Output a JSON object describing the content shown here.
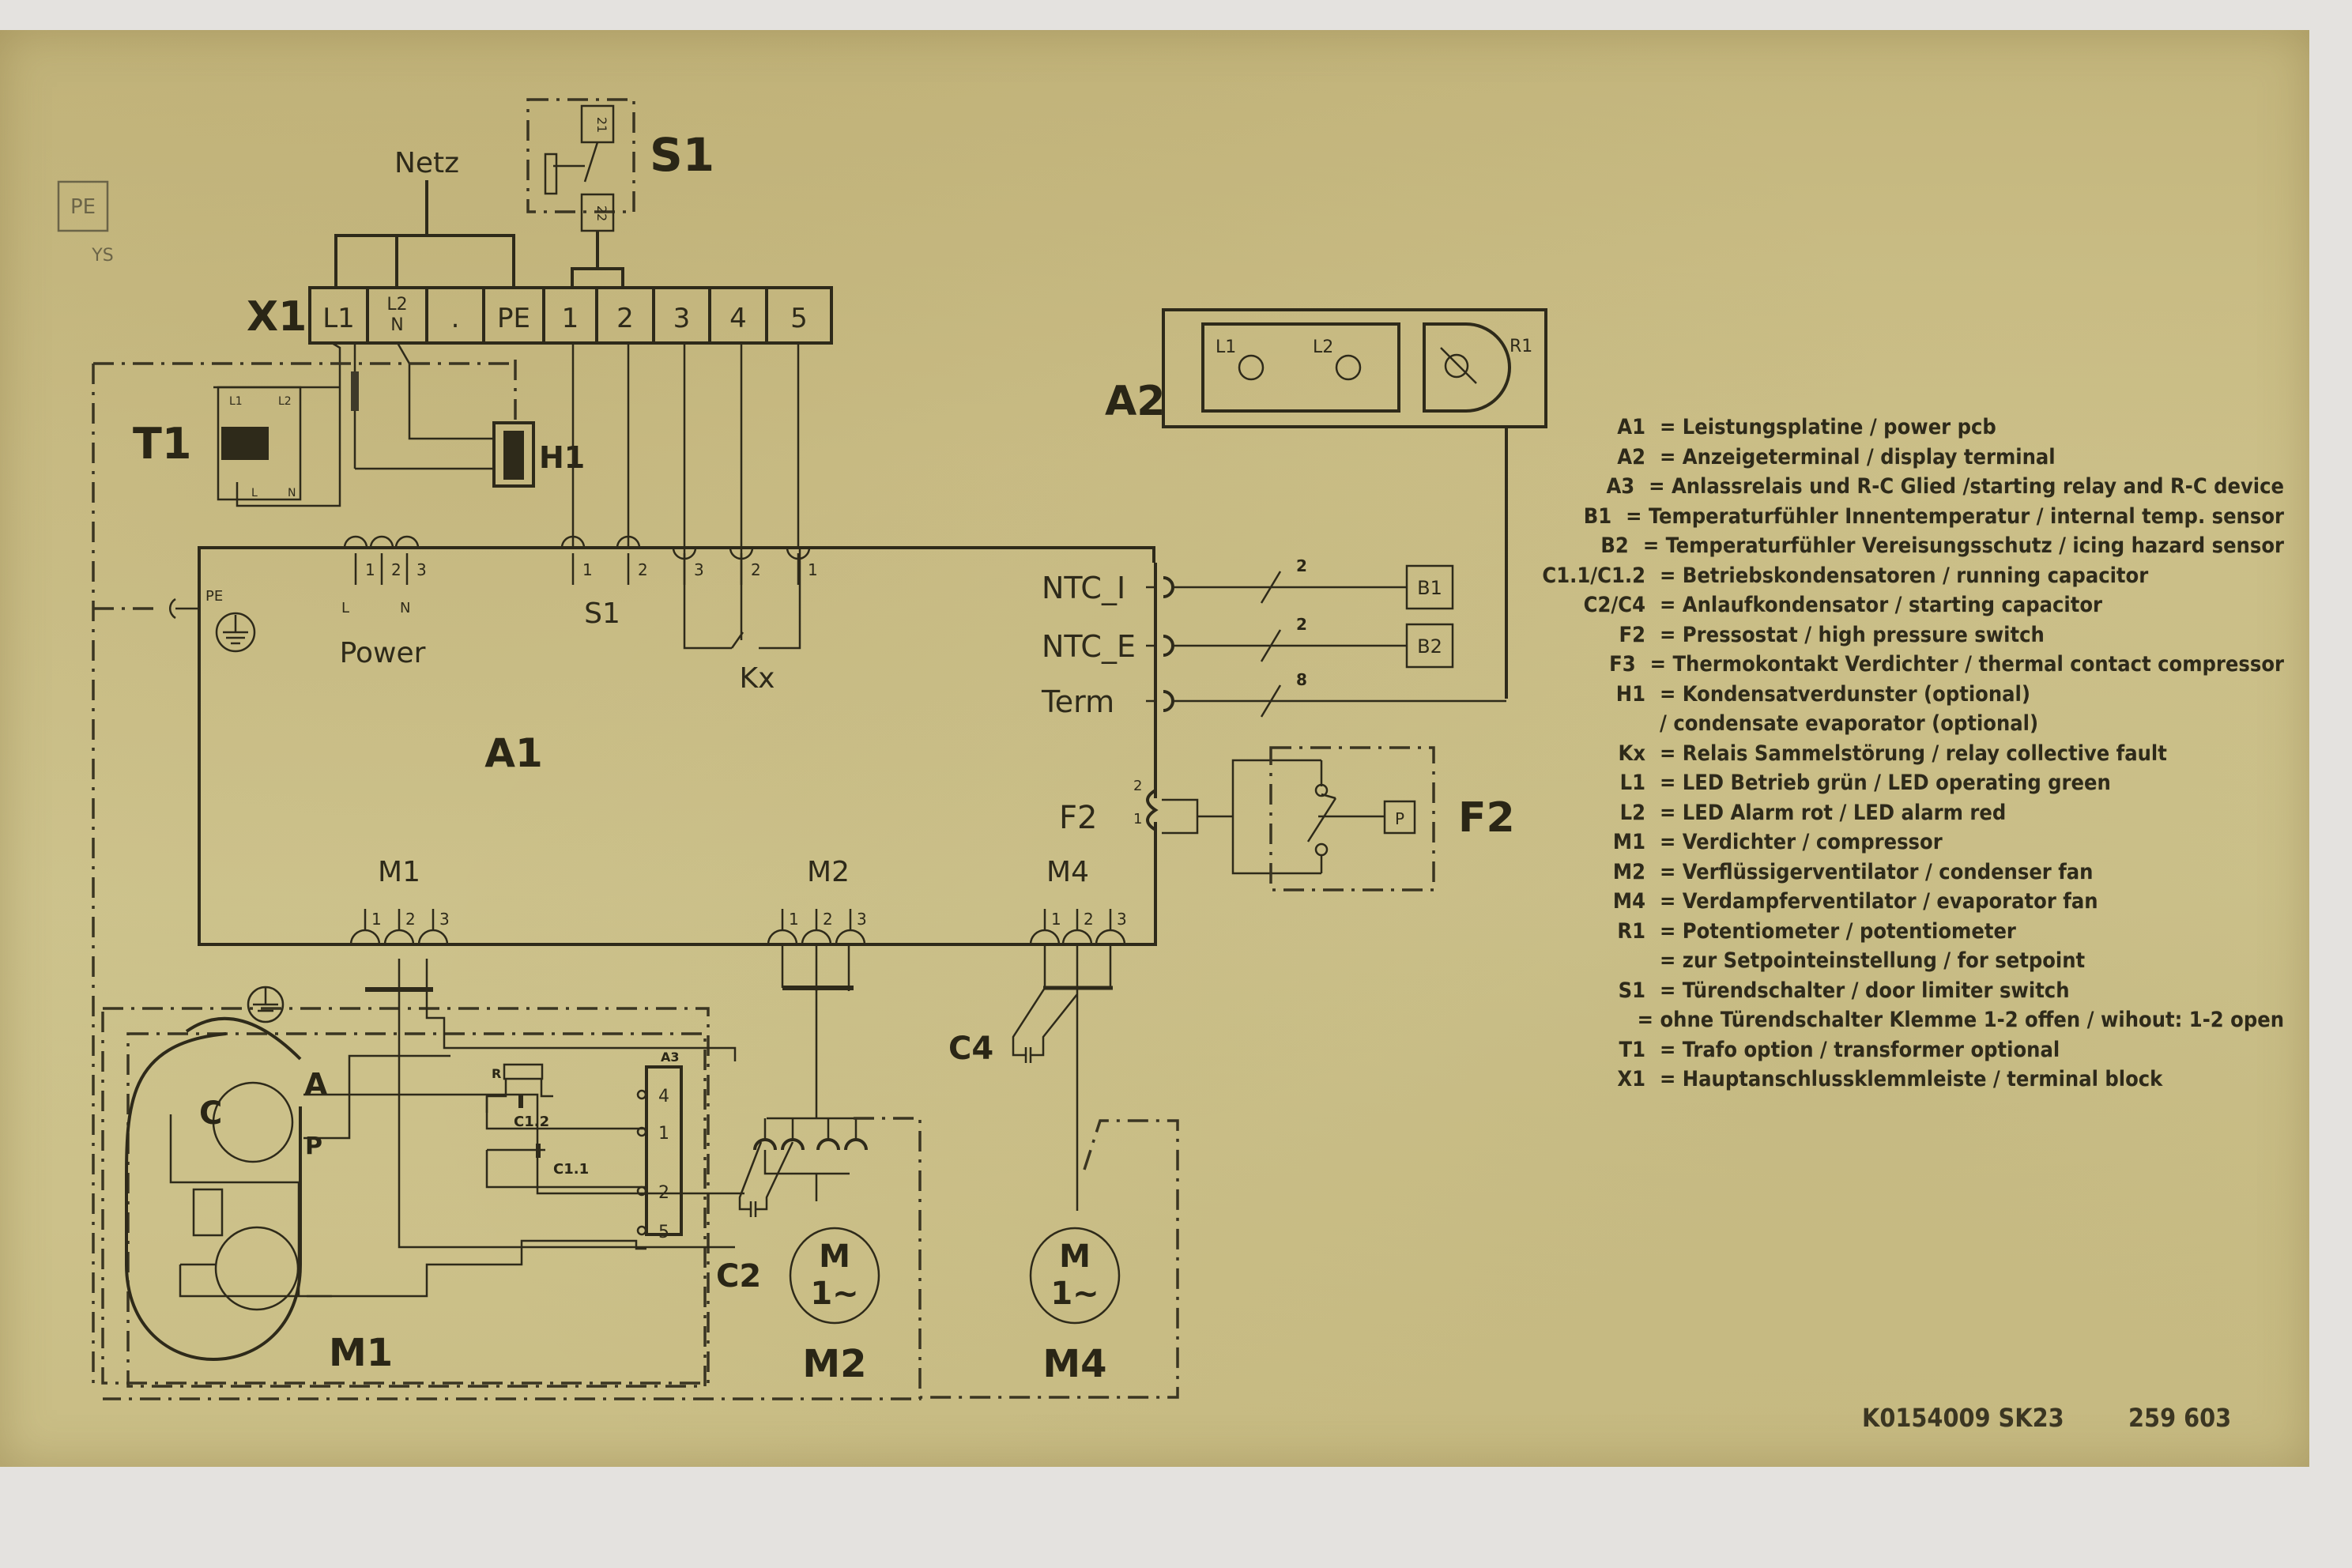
{
  "diagram": {
    "type": "electrical wiring schematic",
    "components": {
      "x1": {
        "label": "X1",
        "terminals": [
          "L1",
          "L2\nN",
          ".",
          "PE",
          "1",
          "2",
          "3",
          "4",
          "5"
        ]
      },
      "netz": "Netz",
      "s1_switch": {
        "label": "S1",
        "pin_top": "21",
        "pin_bottom": "22"
      },
      "pe_box": "PE",
      "pe_sub": "YS",
      "t1": {
        "label": "T1",
        "pins": [
          "L1",
          "L2",
          "L",
          "N"
        ]
      },
      "h1": "H1",
      "power_group": {
        "label": "Power",
        "pins": [
          "1",
          "2",
          "3"
        ],
        "sub": [
          "L",
          "N"
        ]
      },
      "pe_connector": "PE",
      "s1_group": {
        "label": "S1",
        "pins": [
          "1",
          "2"
        ]
      },
      "kx_group": {
        "label": "Kx",
        "pins": [
          "3",
          "2",
          "1"
        ]
      },
      "a1": "A1",
      "a2": {
        "label": "A2",
        "leds": [
          "L1",
          "L2"
        ],
        "pot": "R1"
      },
      "sensors": [
        {
          "connector": "NTC_I",
          "wires": "2",
          "target": "B1"
        },
        {
          "connector": "NTC_E",
          "wires": "2",
          "target": "B2"
        },
        {
          "connector": "Term",
          "wires": "8",
          "target": "A2"
        }
      ],
      "f2": {
        "label": "F2",
        "pins": [
          "2",
          "1"
        ],
        "pressure": "P"
      },
      "motor_connectors": [
        {
          "label": "M1",
          "pins": [
            "1",
            "2",
            "3"
          ]
        },
        {
          "label": "M2",
          "pins": [
            "1",
            "2",
            "3"
          ]
        },
        {
          "label": "M4",
          "pins": [
            "1",
            "2",
            "3"
          ]
        }
      ],
      "m1_block": {
        "label": "M1",
        "terminals": [
          "C",
          "A",
          "P"
        ],
        "a3": {
          "label": "A3",
          "pins": [
            "4",
            "1",
            "2",
            "5"
          ]
        },
        "r": "R",
        "c12": "C1.2",
        "c11": "C1.1"
      },
      "m2_block": {
        "label": "M2",
        "capacitor": "C2",
        "motor_top": "M",
        "motor_bottom": "1~"
      },
      "m4_block": {
        "label": "M4",
        "capacitor": "C4",
        "motor_top": "M",
        "motor_bottom": "1~"
      }
    }
  },
  "legend": [
    {
      "code": "A1",
      "text": "= Leistungsplatine / power pcb"
    },
    {
      "code": "A2",
      "text": "= Anzeigeterminal / display terminal"
    },
    {
      "code": "A3",
      "text": "= Anlassrelais und R-C Glied /starting relay and R-C device"
    },
    {
      "code": "B1",
      "text": "= Temperaturfühler Innentemperatur / internal temp. sensor"
    },
    {
      "code": "B2",
      "text": "= Temperaturfühler Vereisungsschutz / icing hazard sensor"
    },
    {
      "code": "C1.1/C1.2",
      "text": "= Betriebskondensatoren / running capacitor"
    },
    {
      "code": "C2/C4",
      "text": "= Anlaufkondensator / starting capacitor"
    },
    {
      "code": "F2",
      "text": "= Pressostat / high pressure switch"
    },
    {
      "code": "F3",
      "text": "= Thermokontakt Verdichter / thermal contact compressor"
    },
    {
      "code": "H1",
      "text": "= Kondensatverdunster (optional)"
    },
    {
      "code": "",
      "text": "  / condensate evaporator (optional)"
    },
    {
      "code": "Kx",
      "text": "= Relais Sammelstörung / relay collective fault"
    },
    {
      "code": "L1",
      "text": "= LED Betrieb grün   / LED operating green"
    },
    {
      "code": "L2",
      "text": "= LED Alarm rot / LED alarm red"
    },
    {
      "code": "M1",
      "text": "= Verdichter     / compressor"
    },
    {
      "code": "M2",
      "text": "= Verflüssigerventilator / condenser fan"
    },
    {
      "code": "M4",
      "text": "= Verdampferventilator  / evaporator fan"
    },
    {
      "code": "R1",
      "text": "= Potentiometer / potentiometer"
    },
    {
      "code": "",
      "text": "= zur Setpointeinstellung  / for setpoint"
    },
    {
      "code": "S1",
      "text": "= Türendschalter  / door limiter switch"
    },
    {
      "code": "",
      "text": "= ohne Türendschalter Klemme 1-2 offen / wihout: 1-2 open"
    },
    {
      "code": "T1",
      "text": "= Trafo option / transformer optional"
    },
    {
      "code": "X1",
      "text": "= Hauptanschlussklemmleiste / terminal block"
    }
  ],
  "footer": {
    "doc_number": "K0154009 SK23",
    "part_number": "259 603"
  },
  "colors": {
    "paper": "#cdc18a",
    "ink": "#2e2a1a",
    "wall": "#e4e2df"
  }
}
